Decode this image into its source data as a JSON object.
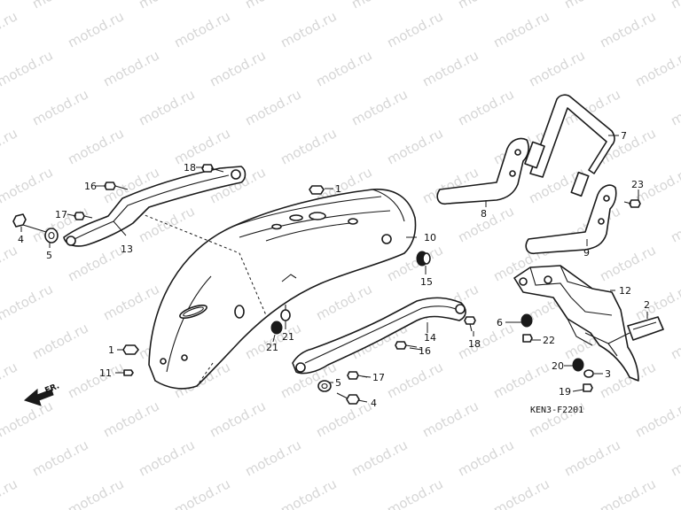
{
  "watermark": "motod.ru",
  "diagram_code": "KEN3-F2201",
  "direction_label": "FR.",
  "callouts": {
    "c1a": "1",
    "c1b": "1",
    "c2": "2",
    "c3": "3",
    "c4a": "4",
    "c4b": "4",
    "c5a": "5",
    "c5b": "5",
    "c6": "6",
    "c7": "7",
    "c8": "8",
    "c9": "9",
    "c10": "10",
    "c11": "11",
    "c12": "12",
    "c13": "13",
    "c14": "14",
    "c15": "15",
    "c16a": "16",
    "c16b": "16",
    "c17a": "17",
    "c17b": "17",
    "c18a": "18",
    "c18b": "18",
    "c19": "19",
    "c20": "20",
    "c21a": "21",
    "c21b": "21",
    "c22": "22",
    "c23": "23"
  }
}
